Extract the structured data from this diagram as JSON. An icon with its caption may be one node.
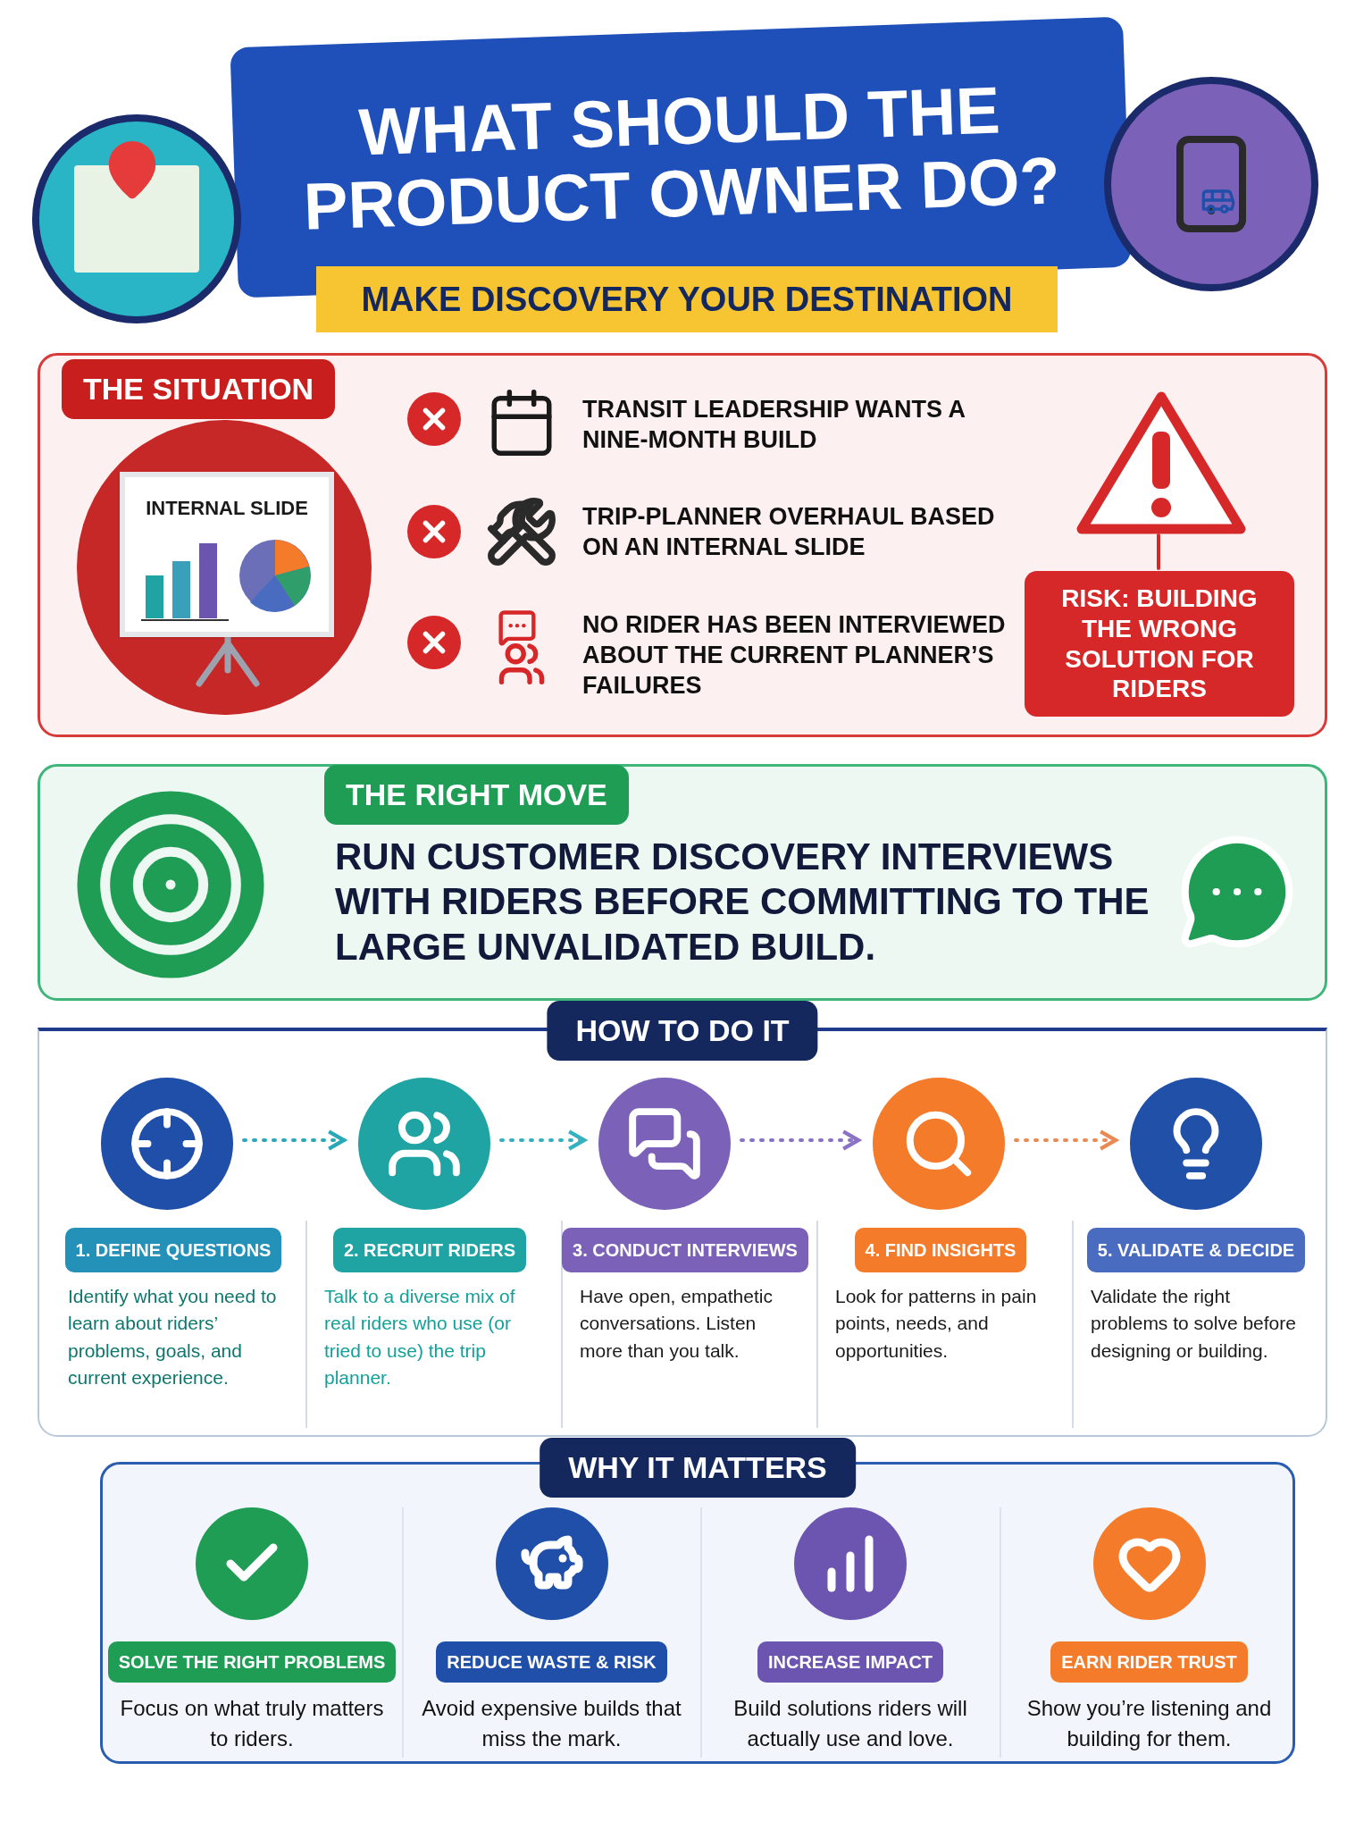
{
  "diagram": {
    "title": "WHAT SHOULD THE PRODUCT OWNER DO?",
    "nodes": [
      {
        "text": [
          "THE SITUATION"
        ]
      },
      {
        "text": [
          "INTERNAL SLIDE"
        ],
        "in": 0
      },
      {
        "text": [
          "TRANSIT LEADERSHIP WANTS A NINE-MONTH BUILD"
        ],
        "in": 0
      },
      {
        "text": [
          "TRIP-PLANNER OVERHAUL BASED ON AN INTERNAL SLIDE"
        ],
        "in": 0
      },
      {
        "text": [
          "NO RIDER HAS BEEN INTERVIEWED ABOUT THE CURRENT PLANNER’S FAILURES"
        ],
        "in": 0
      },
      {
        "text": [],
        "shape": "triangle",
        "in": 0
      },
      {
        "text": [
          "RISK: BUILDING THE WRONG SOLUTION FOR RIDERS"
        ],
        "in": 0
      },
      {
        "text": [
          "THE RIGHT MOVE",
          "RUN CUSTOMER DISCOVERY INTERVIEWS WITH RIDERS BEFORE COMMITTING TO THE LARGE UNVALIDATED BUILD."
        ]
      },
      {
        "text": [
          "HOW TO DO IT"
        ]
      },
      {
        "text": [],
        "shape": "circle",
        "in": 8
      },
      {
        "text": [],
        "shape": "circle",
        "in": 8
      },
      {
        "text": [],
        "shape": "circle",
        "in": 8
      },
      {
        "text": [],
        "shape": "circle",
        "in": 8
      },
      {
        "text": [],
        "shape": "circle",
        "in": 8
      },
      {
        "text": [
          "1. DEFINE QUESTIONS",
          "Identify what you need to learn about riders’ problems, goals, and current experience."
        ],
        "in": 8
      },
      {
        "text": [
          "2. RECRUIT RIDERS",
          "Talk to a diverse mix of real riders who use (or tried to use) the trip planner."
        ],
        "in": 8
      },
      {
        "text": [
          "3. CONDUCT INTERVIEWS",
          "Have open, empathetic conversations. Listen more than you talk."
        ],
        "in": 8
      },
      {
        "text": [
          "4. FIND INSIGHTS",
          "Look for patterns in pain points, needs, and opportunities."
        ],
        "in": 8
      },
      {
        "text": [
          "5. VALIDATE & DECIDE",
          "Validate the right problems to solve before designing or building."
        ],
        "in": 8
      },
      {
        "text": [
          "WHY IT MATTERS"
        ]
      },
      {
        "text": [
          "SOLVE THE RIGHT PROBLEMS",
          "Focus on what truly matters to riders."
        ],
        "in": 19
      },
      {
        "text": [
          "REDUCE WASTE & RISK",
          "Avoid expensive builds that miss the mark."
        ],
        "in": 19
      },
      {
        "text": [
          "INCREASE IMPACT",
          "Build solutions riders will actually use and love."
        ],
        "in": 19
      },
      {
        "text": [
          "EARN RIDER TRUST",
          "Show you’re listening and building for them."
        ],
        "in": 19
      }
    ],
    "edges": [
      {
        "from": 5,
        "to": 6,
        "arrow": "none",
        "color": "#d62828"
      },
      {
        "from": 9,
        "to": 10,
        "arrow": "to",
        "style": "dashed",
        "color": "#2aa8b8"
      },
      {
        "from": 10,
        "to": 11,
        "arrow": "to",
        "style": "dashed",
        "color": "#35b0bf"
      },
      {
        "from": 11,
        "to": 12,
        "arrow": "to",
        "style": "dashed",
        "color": "#8a72c4"
      },
      {
        "from": 12,
        "to": 13,
        "arrow": "to",
        "style": "dashed",
        "color": "#e98a55"
      }
    ],
    "labels": [
      "MAKE DISCOVERY YOUR DESTINATION"
    ]
  }
}
